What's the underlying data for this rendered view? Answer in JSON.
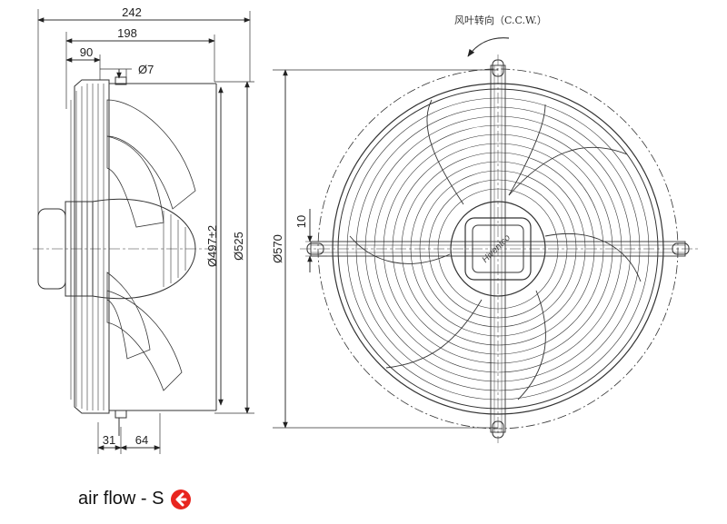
{
  "dimensions": {
    "overall_depth": "242",
    "flange_depth": "198",
    "bracket_offset": "90",
    "hole_diameter": "Ø7",
    "blade_diameter": "Ø497±2",
    "guard_diameter": "Ø525",
    "frame_diameter": "Ø570",
    "slot_width": "10",
    "hub_offset": "31",
    "hub_width": "64"
  },
  "rotation_note": "风叶转向（C.C.W.）",
  "brand": "Hiventco",
  "airflow_label": "air flow - S",
  "airflow_icon": "arrow-left-circle-icon",
  "accent_color": "#e8251f"
}
